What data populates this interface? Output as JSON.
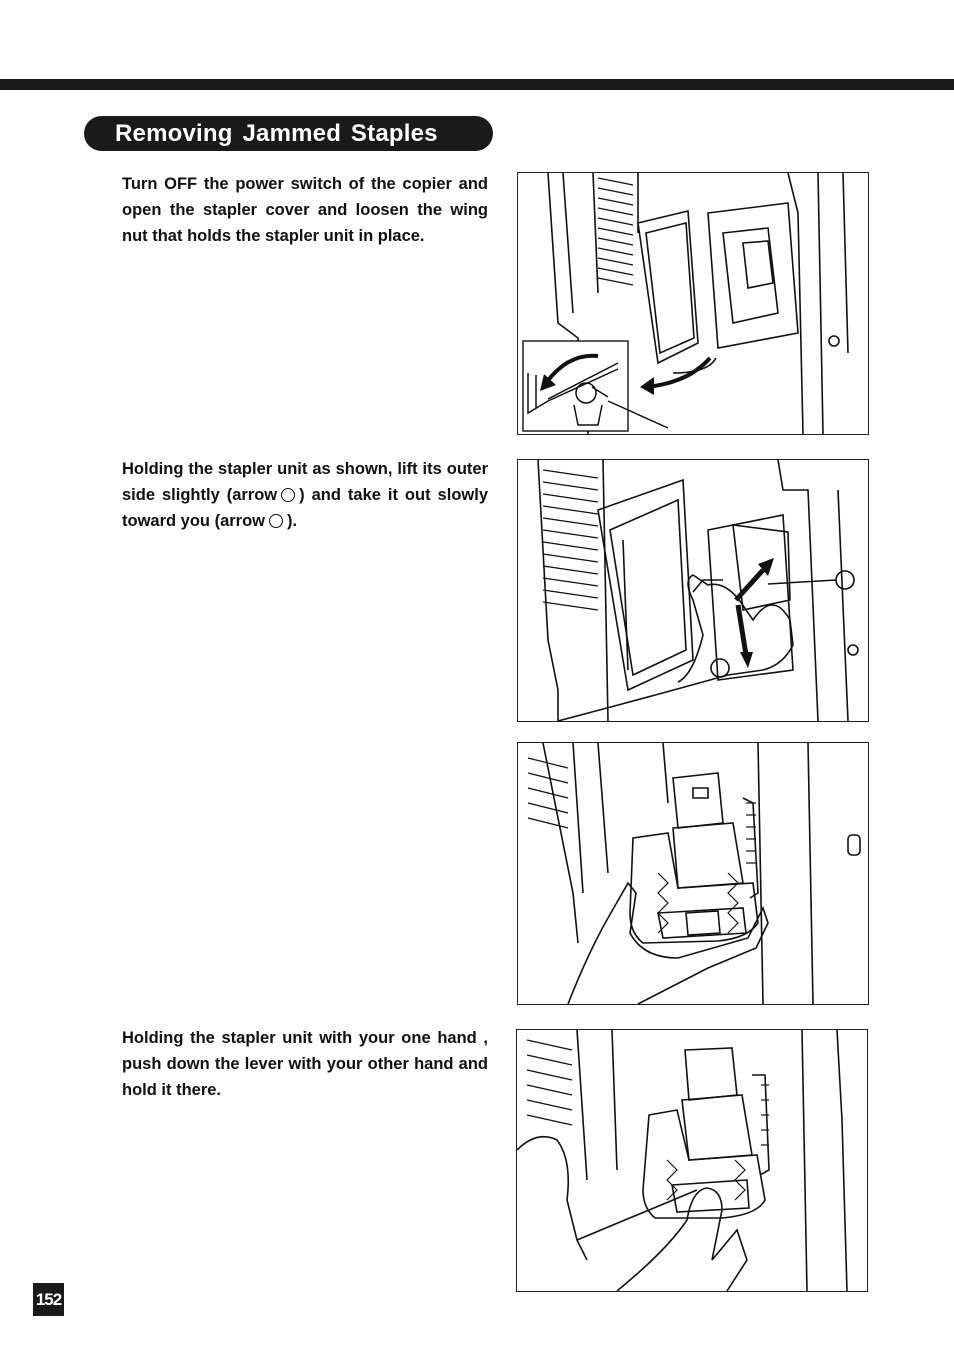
{
  "section": {
    "title": "Removing Jammed Staples"
  },
  "steps": [
    {
      "text": "Turn OFF the power switch of the copier and open the stapler cover and loosen the wing nut that holds the stapler unit in place."
    },
    {
      "text_a": "Holding the stapler unit as shown, lift its outer side slightly (arrow",
      "text_b": ") and take it out slowly toward you (arrow",
      "text_c": ")."
    },
    {
      "text": "Holding the stapler unit with your one hand , push down the lever with your other hand and hold it there."
    }
  ],
  "figures": [
    {
      "icon": "stapler-cover-wing-nut-illustration"
    },
    {
      "icon": "lift-stapler-unit-illustration"
    },
    {
      "icon": "stapler-unit-in-hand-illustration"
    },
    {
      "icon": "push-lever-illustration"
    }
  ],
  "page": {
    "number": "152"
  }
}
